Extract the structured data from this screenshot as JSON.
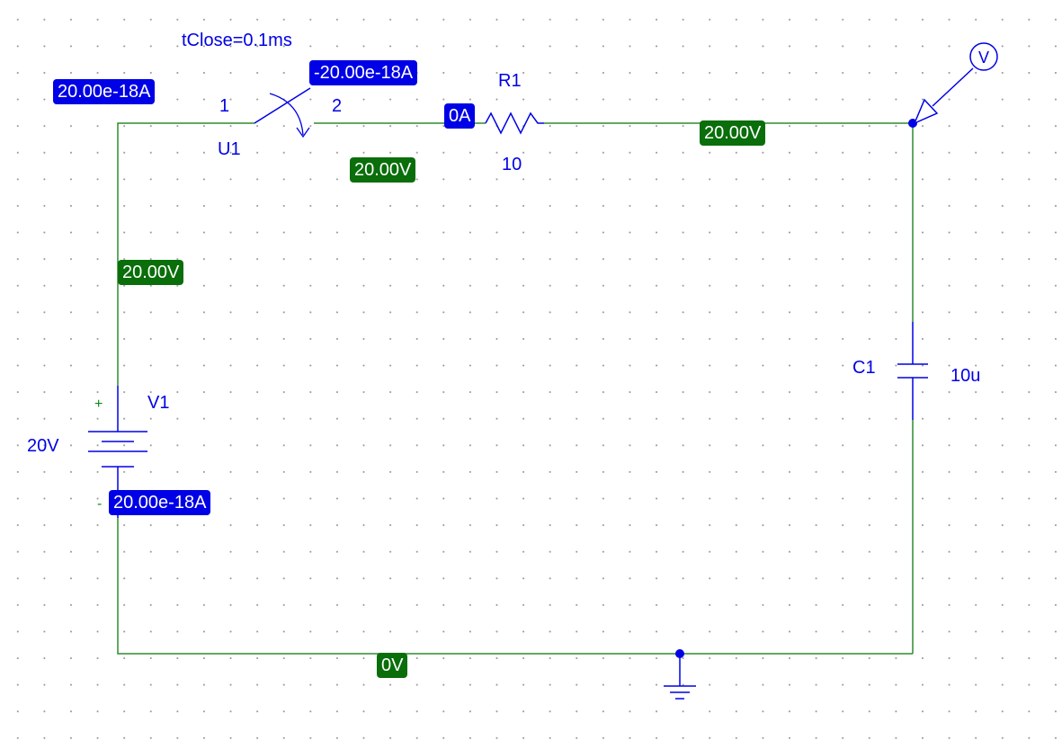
{
  "switch": {
    "param": "tClose=0.1ms",
    "pin1": "1",
    "pin2": "2",
    "ref": "U1"
  },
  "resistor": {
    "ref": "R1",
    "value": "10"
  },
  "capacitor": {
    "ref": "C1",
    "value": "10u"
  },
  "source": {
    "ref": "V1",
    "value": "20V",
    "plus": "+",
    "minus": "-"
  },
  "probe": {
    "glyph": "V"
  },
  "markers": {
    "current_u1_pin1": "20.00e-18A",
    "current_u1_pin2": "-20.00e-18A",
    "current_r1": "0A",
    "current_v1": "20.00e-18A",
    "voltage_u1_out": "20.00V",
    "voltage_top_right": "20.00V",
    "voltage_left": "20.00V",
    "voltage_ground": "0V"
  },
  "colors": {
    "wire": "#2e8b2e",
    "component": "#0000e6",
    "current_marker": "#0000e6",
    "voltage_marker": "#0a6e0a",
    "grid_dot": "#9a9a9a"
  }
}
